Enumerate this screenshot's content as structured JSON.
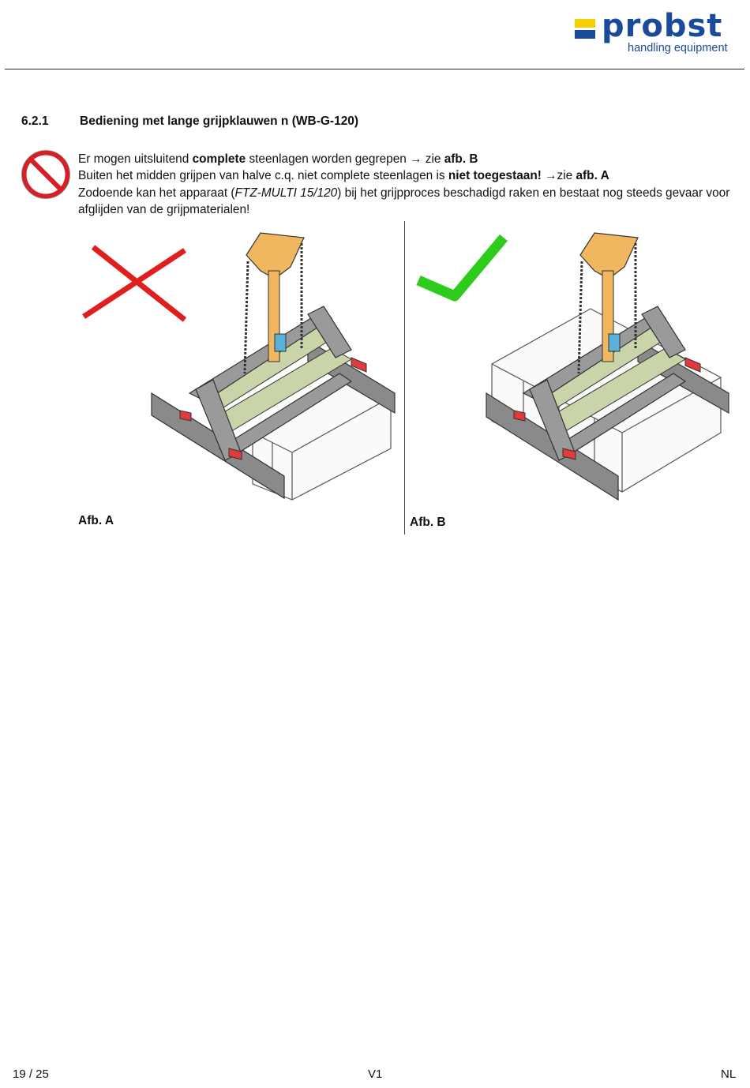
{
  "header": {
    "logo_word": "probst",
    "logo_sub": "handling equipment",
    "brand_blue": "#1a4a9a",
    "brand_yellow": "#f5d000"
  },
  "section": {
    "number": "6.2.1",
    "title": "Bediening met lange grijpklauwen n (WB-G-120)"
  },
  "warning_icon": "prohibition-sign-icon",
  "paragraph": {
    "l1_a": "Er mogen uitsluitend ",
    "l1_b": "complete",
    "l1_c": " steenlagen worden gegrepen ",
    "l1_arrow": "→",
    "l1_d": " zie ",
    "l1_e": "afb. B",
    "l2_a": "Buiten het midden grijpen van halve c.q. niet complete steenlagen is ",
    "l2_b": "niet toegestaan!",
    "l2_c": " ",
    "l2_arrow": "→",
    "l2_d": "zie ",
    "l2_e": "afb. A",
    "l3_a": "Zodoende kan het apparaat (",
    "l3_b": "FTZ-MULTI 15/120",
    "l3_c": ") bij het grijpproces beschadigd raken en bestaat nog steeds gevaar voor afglijden van de grijpmaterialen!"
  },
  "figures": [
    {
      "caption": "Afb. A",
      "mark": "red-cross-icon",
      "mark_color": "#e01e1e"
    },
    {
      "caption": "Afb. B",
      "mark": "green-check-icon",
      "mark_color": "#2ecc1a"
    }
  ],
  "footer": {
    "page": "19 / 25",
    "version": "V1",
    "language": "NL"
  }
}
